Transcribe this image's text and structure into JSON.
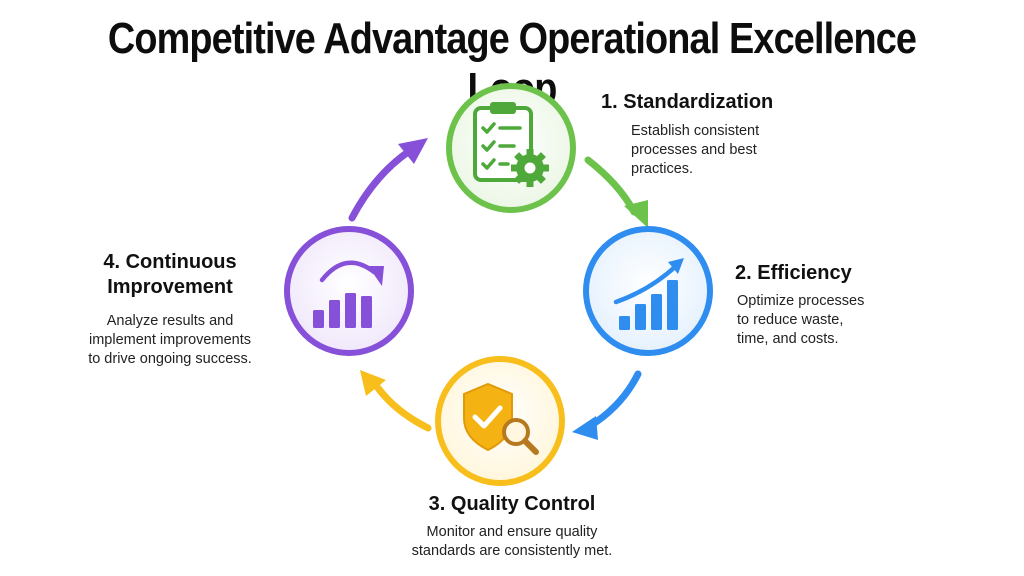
{
  "title": "Competitive Advantage Operational Excellence Loop",
  "colors": {
    "green": "#6cc24a",
    "blue": "#2f8df0",
    "yellow": "#f7be1c",
    "purple": "#8650d8"
  },
  "stages": [
    {
      "title": "1. Standardization",
      "desc": [
        "Establish consistent",
        "processes and best",
        "practices."
      ],
      "icon": "clipboard-checklist-gear-icon"
    },
    {
      "title": "2. Efficiency",
      "desc": [
        "Optimize processes",
        "to reduce waste,",
        "time, and costs."
      ],
      "icon": "rising-bar-chart-arrow-icon"
    },
    {
      "title": "3. Quality Control",
      "desc": [
        "Monitor and ensure quality",
        "standards are consistently met."
      ],
      "icon": "shield-check-magnifier-icon"
    },
    {
      "title_lines": [
        "4. Continuous",
        "Improvement"
      ],
      "desc": [
        "Analyze results and",
        "implement improvements",
        "to drive ongoing success."
      ],
      "icon": "bar-chart-cycle-arrow-icon"
    }
  ]
}
